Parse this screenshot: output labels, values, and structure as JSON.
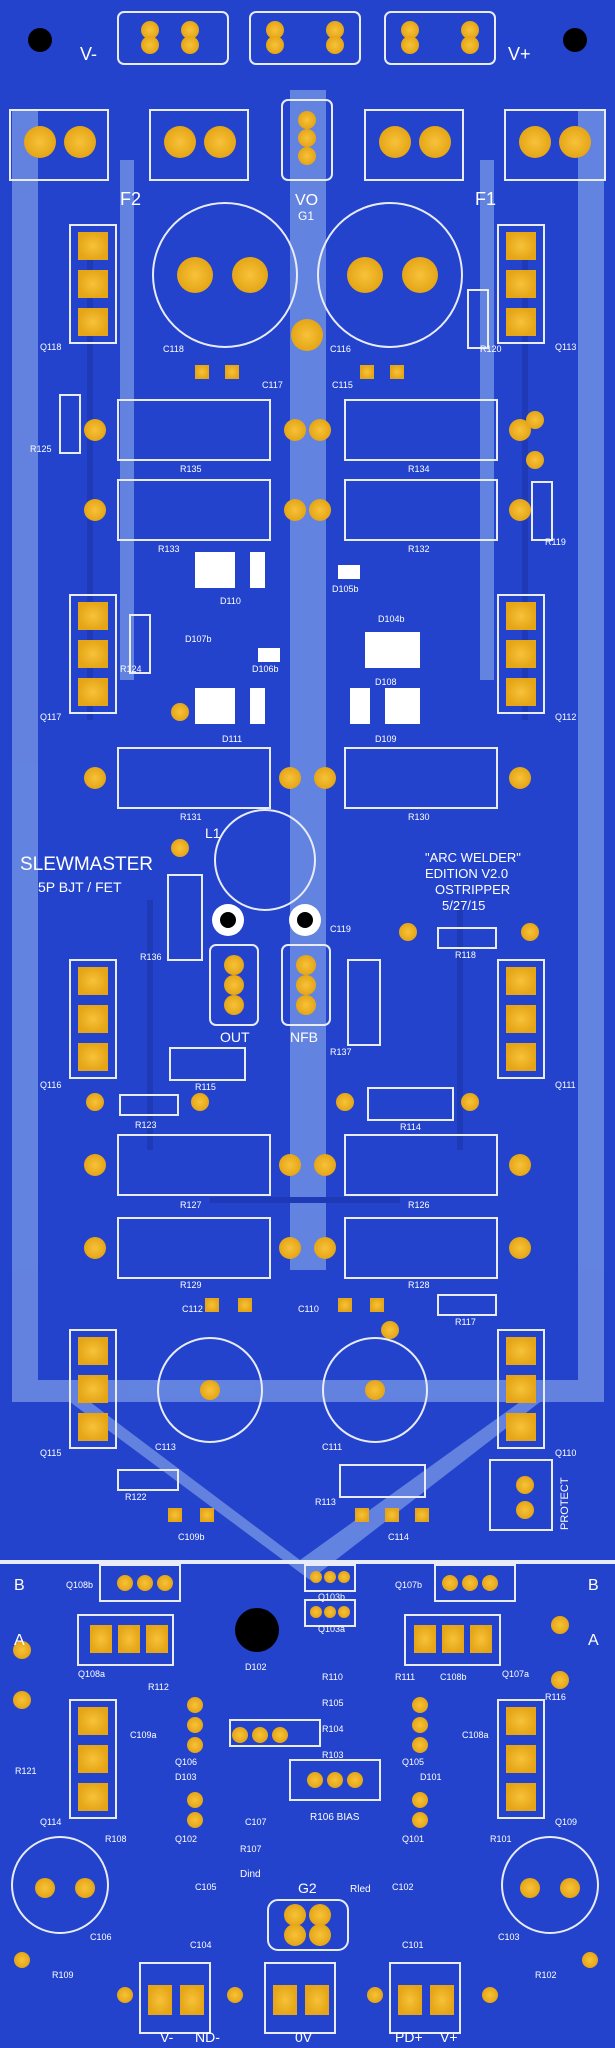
{
  "board": {
    "title": "SLEWMASTER",
    "subtitle": "5P BJT / FET",
    "edition_lines": [
      "\"ARC WELDER\"",
      "EDITION V2.0",
      "OSTRIPPER",
      "5/27/15"
    ],
    "rail_labels": {
      "neg": "V-",
      "pos": "V+",
      "out": "VO",
      "fuse_left": "F2",
      "fuse_right": "F1"
    },
    "section_labels": {
      "B_left": "B",
      "B_right": "B",
      "A_left": "A",
      "A_right": "A",
      "protect": "PROTECT"
    },
    "bottom_terminals": [
      "V-",
      "ND-",
      "0V",
      "PD+",
      "V+"
    ],
    "out_labels": {
      "out": "OUT",
      "nfb": "NFB",
      "l1": "L1"
    },
    "ground_labels": {
      "g1": "G1",
      "g2": "G2"
    },
    "misc_labels": {
      "dind": "Dind",
      "rled": "Rled",
      "r106": "R106 BIAS"
    }
  },
  "components": [
    "Q118",
    "Q113",
    "C118",
    "C116",
    "C117",
    "C115",
    "R120",
    "R125",
    "R135",
    "R134",
    "R133",
    "R132",
    "R119",
    "D110",
    "D105b",
    "D107b",
    "D104b",
    "D106b",
    "R124",
    "Q117",
    "Q112",
    "D108",
    "D111",
    "D109",
    "R131",
    "R130",
    "R136",
    "C119",
    "R118",
    "R137",
    "Q116",
    "Q111",
    "R115",
    "R123",
    "R114",
    "R127",
    "R126",
    "R129",
    "R128",
    "C112",
    "C110",
    "R117",
    "C113",
    "C111",
    "Q115",
    "Q110",
    "R122",
    "R113",
    "C109b",
    "C114",
    "Q108b",
    "Q103b",
    "Q107b",
    "Q108a",
    "Q103a",
    "Q107a",
    "D102",
    "R112",
    "C109a",
    "Q114",
    "R110",
    "R105",
    "R104",
    "R103",
    "C108b",
    "R111",
    "C108a",
    "R116",
    "R121",
    "Q106",
    "D103",
    "Q105",
    "D101",
    "Q102",
    "C107",
    "Q101",
    "R108",
    "R107",
    "R101",
    "Q109",
    "C105",
    "C102",
    "C106",
    "C104",
    "C101",
    "C103",
    "R109",
    "R102"
  ]
}
